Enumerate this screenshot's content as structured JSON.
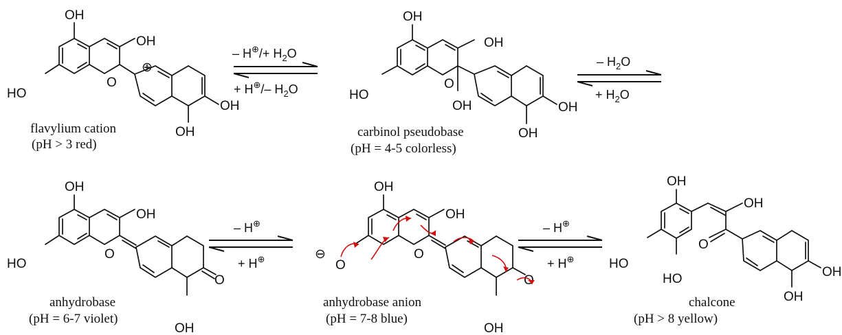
{
  "compounds": {
    "flavylium": {
      "name": "flavylium cation",
      "condition": "(pH > 3  red)"
    },
    "carbinol": {
      "name": "carbinol pseudobase",
      "condition": "(pH = 4-5  colorless)"
    },
    "anhydrobase": {
      "name": "anhydrobase",
      "condition": "(pH =  6-7  violet)"
    },
    "anion": {
      "name": "anhydrobase anion",
      "condition": "(pH = 7-8  blue)"
    },
    "chalcone": {
      "name": "chalcone",
      "condition": "(pH > 8  yellow)"
    }
  },
  "equilibria": {
    "e1": {
      "forward_a": "– H",
      "forward_sup": "⊕",
      "forward_b": "/+ H",
      "forward_sub": "2",
      "forward_c": "O",
      "reverse_a": "+ H",
      "reverse_sup": "⊕",
      "reverse_b": "/– H",
      "reverse_sub": "2",
      "reverse_c": "O"
    },
    "e2": {
      "forward_a": "– H",
      "forward_sub": "2",
      "forward_c": "O",
      "reverse_a": "+ H",
      "reverse_sub": "2",
      "reverse_c": "O"
    },
    "e3": {
      "forward_a": "– H",
      "forward_sup": "⊕",
      "reverse_a": "+ H",
      "reverse_sup": "⊕"
    },
    "e4": {
      "forward_a": "– H",
      "forward_sup": "⊕",
      "reverse_a": "+ H",
      "reverse_sup": "⊕"
    }
  },
  "atoms": {
    "oh": "OH",
    "ho": "HO",
    "o": "O",
    "o_minus": "O",
    "plus": "⊕",
    "minus": "⊖"
  },
  "colors": {
    "ink": "#111111",
    "electron_arrows": "#d01010"
  }
}
